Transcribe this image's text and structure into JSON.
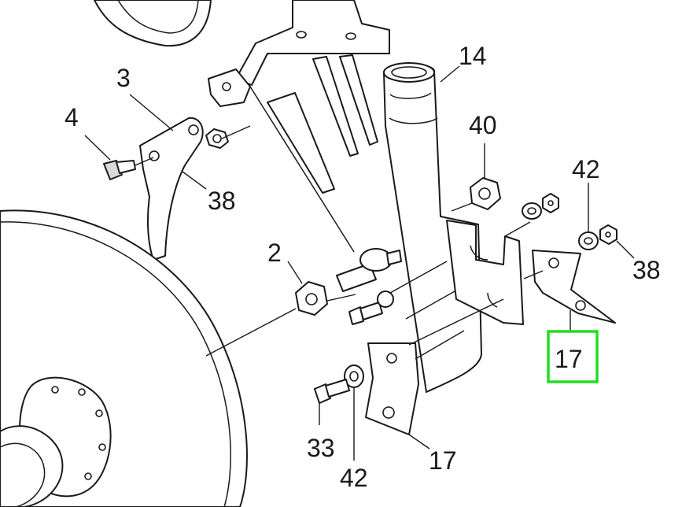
{
  "callouts": {
    "p14": "14",
    "p3": "3",
    "p4": "4",
    "p40": "40",
    "p42_top": "42",
    "p38_left": "38",
    "p38_right": "38",
    "p2": "2",
    "p17_highlight": "17",
    "p33": "33",
    "p17_bottom": "17",
    "p42_bottom": "42"
  },
  "colors": {
    "highlight": "#22dd22",
    "line": "#1a1a1a",
    "background": "#ffffff"
  }
}
